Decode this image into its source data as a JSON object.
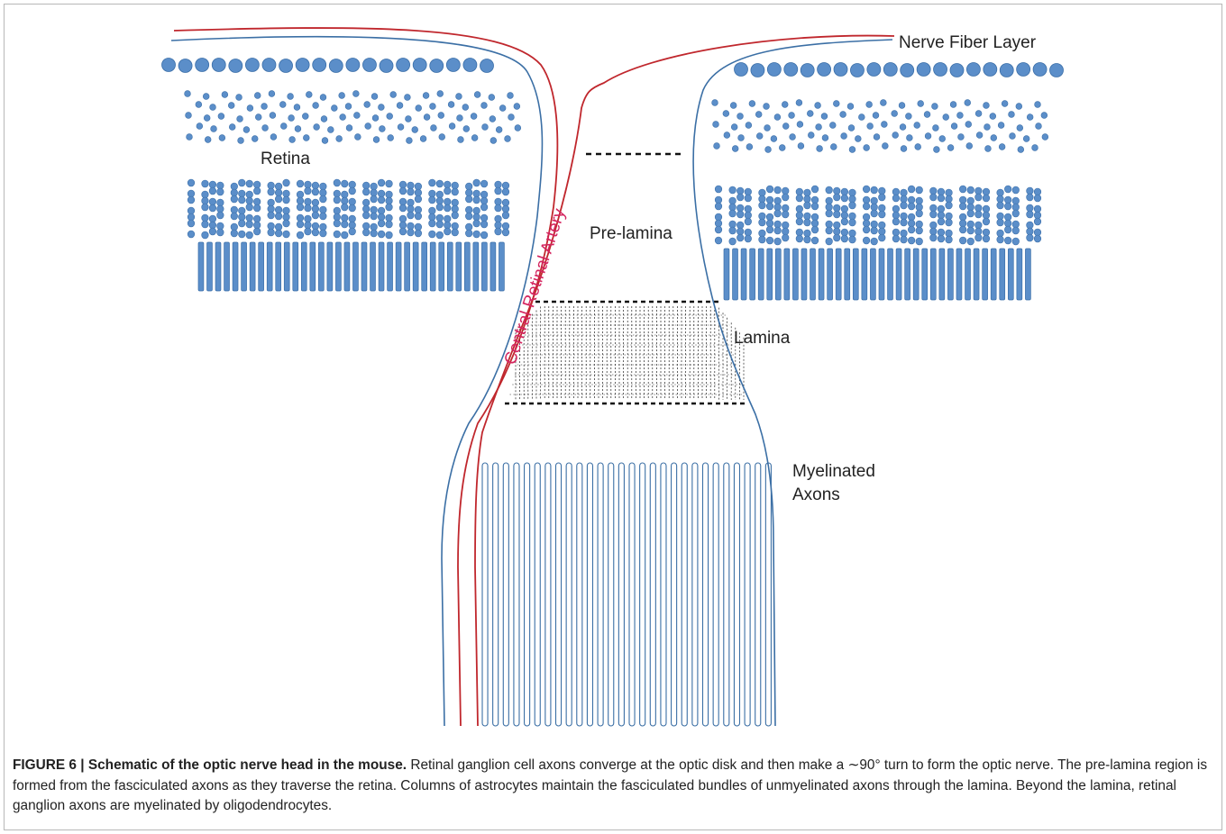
{
  "labels": {
    "nerve_fiber_layer": "Nerve Fiber Layer",
    "retina": "Retina",
    "pre_lamina": "Pre-lamina",
    "lamina": "Lamina",
    "myelinated_line1": "Myelinated",
    "myelinated_line2": "Axons",
    "central_retinal_artery": "Central Retinal Artery"
  },
  "caption": {
    "title": "FIGURE 6 | Schematic of the optic nerve head in the mouse.",
    "body": " Retinal ganglion cell axons converge at the optic disk and then make a ∼90° turn to form the optic nerve. The pre-lamina region is formed from the fasciculated axons as they traverse the retina. Columns of astrocytes maintain the fasciculated bundles of unmyelinated axons through the lamina. Beyond the lamina, retinal ganglion axons are myelinated by oligodendrocytes."
  },
  "colors": {
    "cell_fill": "#5b8ec9",
    "cell_stroke": "#3a6ea8",
    "nerve_outline": "#3b6fa5",
    "artery": "#c0272d",
    "artery_label": "#d4245f",
    "dashed": "#111111"
  }
}
